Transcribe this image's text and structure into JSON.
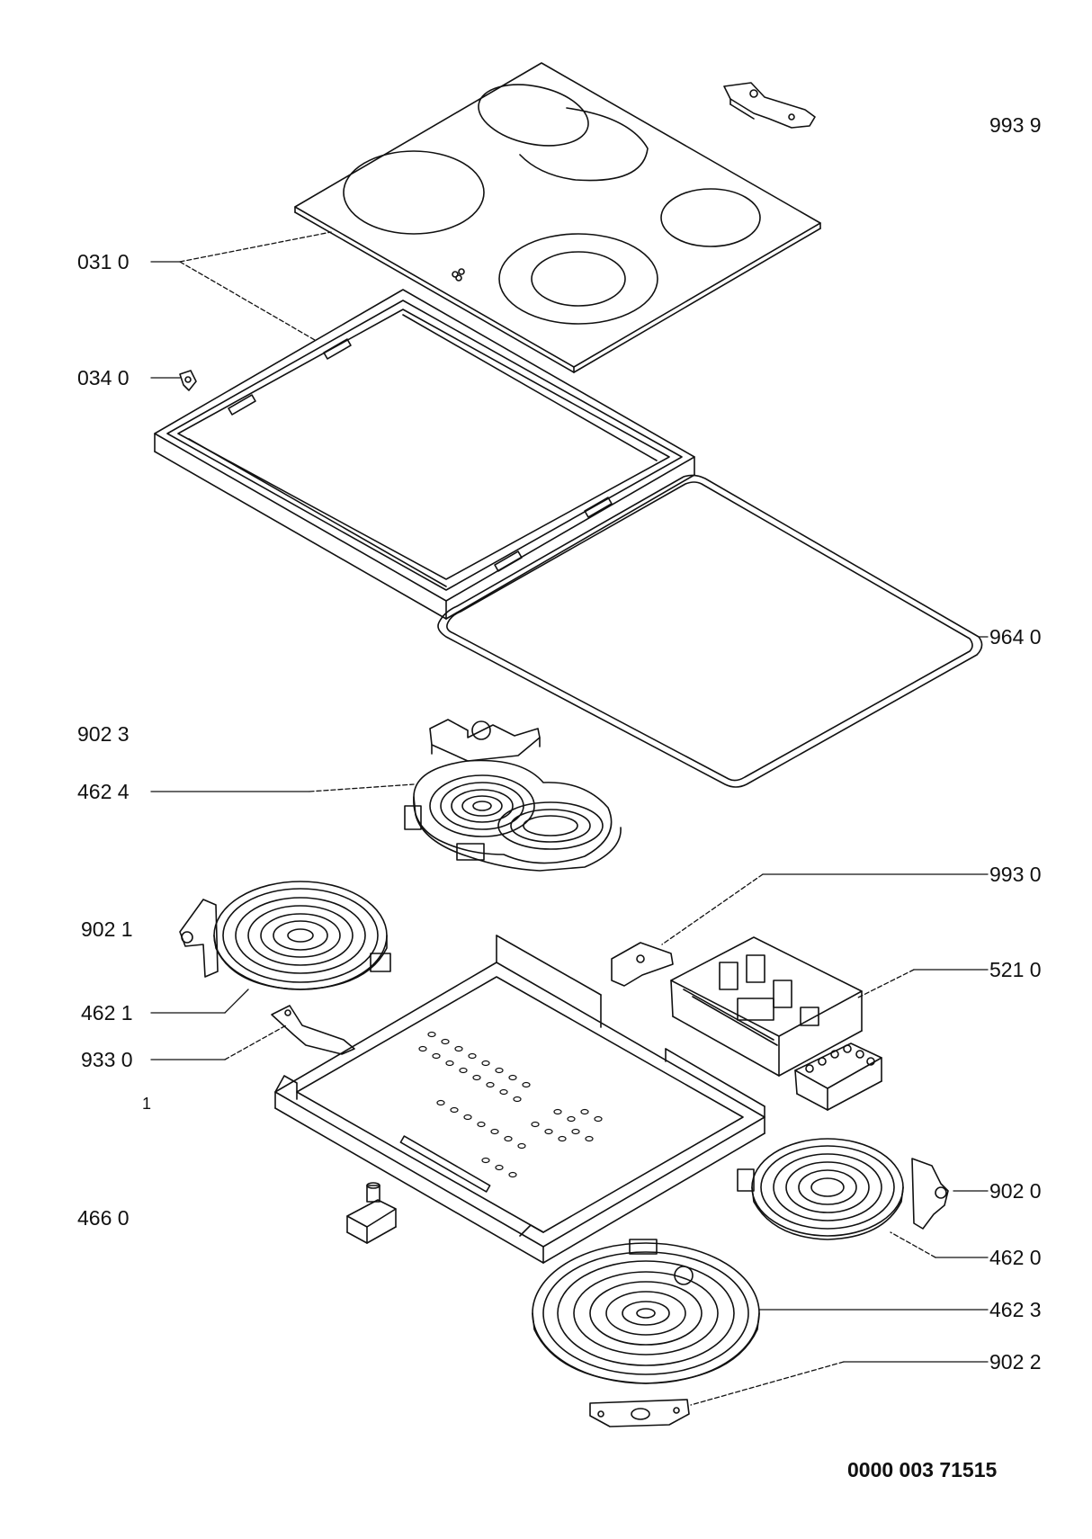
{
  "labels": {
    "l9939": "993 9",
    "l0310": "031 0",
    "l0340": "034 0",
    "l9640": "964 0",
    "l9023": "902 3",
    "l4624": "462 4",
    "l9930": "993 0",
    "l9021": "902 1",
    "l5210": "521 0",
    "l4621": "462 1",
    "l9330": "933 0",
    "l1": "1",
    "l4660": "466 0",
    "l9020": "902 0",
    "l4620": "462 0",
    "l4623": "462 3",
    "l9022": "902 2"
  },
  "footer": {
    "code": "0000 003 71515"
  },
  "colors": {
    "ink": "#111111",
    "background": "#ffffff"
  }
}
